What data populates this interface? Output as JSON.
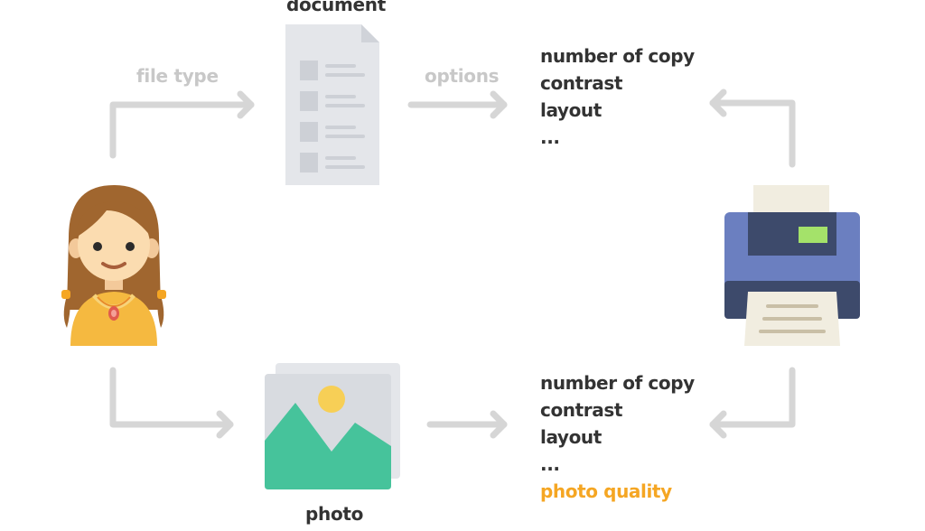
{
  "diagram": {
    "nodes": {
      "document": {
        "label": "document"
      },
      "photo": {
        "label": "photo"
      },
      "user": {
        "icon": "girl-avatar-icon"
      },
      "printer": {
        "icon": "printer-icon"
      }
    },
    "edge_labels": {
      "file_type": "file type",
      "options": "options"
    },
    "document_options": [
      "number of copy",
      "contrast",
      "layout",
      "..."
    ],
    "photo_options": [
      "number of copy",
      "contrast",
      "layout",
      "...",
      "photo quality"
    ],
    "highlighted_option": "photo quality"
  },
  "colors": {
    "arrow": "#d6d6d6",
    "text": "#333333",
    "muted_label": "#c8c8c8",
    "highlight": "#f5a623",
    "document_page": "#e4e6ea",
    "photo_green": "#46c39b",
    "photo_sun": "#f7cf56",
    "printer_body": "#6b7fc0",
    "printer_dark": "#3d4a6b",
    "printer_display": "#a4e26a"
  }
}
